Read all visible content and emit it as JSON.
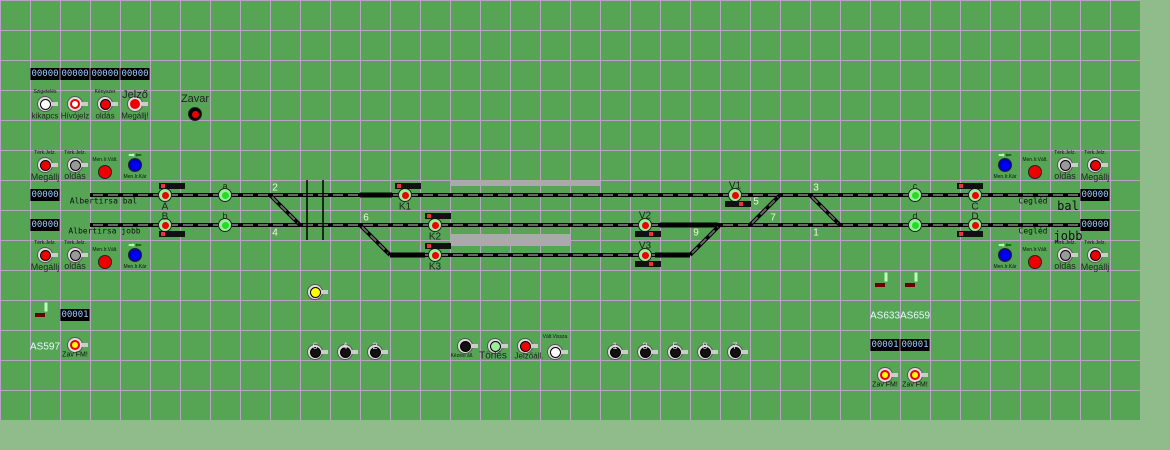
{
  "top_counters": [
    "00000",
    "00000",
    "00000",
    "00000"
  ],
  "top_buttons": [
    {
      "top": "Szigetelés",
      "bottom": "kikapcs"
    },
    {
      "top": "",
      "bottom": "Hívójelz"
    },
    {
      "top": "Kényszer",
      "bottom": "oldás"
    },
    {
      "top": "Jelző",
      "bottom": "Megállj!"
    }
  ],
  "zavar": "Zavar",
  "panel": {
    "terk_jelz": "Térk.Jelz.",
    "megallj": "Megállj",
    "oldas": "oldás",
    "men_valt": "Men.Ir.Vált.",
    "men_kar": "Men.Ir.Kár"
  },
  "track_counters": {
    "left_top": "00000",
    "left_bottom": "00000",
    "right_top": "00000",
    "right_bottom": "00000"
  },
  "track_labels": {
    "left_top": "Albertirsa bal",
    "left_bottom": "Albertirsa jobb",
    "right_top_station": "Cegléd",
    "right_top_dir": "bal",
    "right_bottom_station": "Cegléd",
    "right_bottom_dir": "jobb"
  },
  "signals": [
    "A",
    "B",
    "a",
    "b",
    "K1",
    "K2",
    "K3",
    "V1",
    "V2",
    "V3",
    "C",
    "D",
    "c",
    "d"
  ],
  "switches": [
    "2",
    "4",
    "6",
    "9",
    "5",
    "7",
    "3",
    "1"
  ],
  "bottom_controls": {
    "kezesi": "Kézési áll.",
    "torles": "Törlés",
    "jelzoall": "Jelzőáll.",
    "valtvissza": "Vált.Vissza"
  },
  "route_buttons_left": [
    "6",
    "4",
    "2"
  ],
  "route_buttons_right": [
    "1",
    "3",
    "5",
    "9",
    "7"
  ],
  "crossings": [
    {
      "name": "AS597",
      "counter": "00001",
      "alarm": "Zav FM!"
    },
    {
      "name": "AS633",
      "counter": "00001",
      "alarm": "Zav FM!"
    },
    {
      "name": "AS659",
      "counter": "00001",
      "alarm": "Zav FM!"
    }
  ],
  "colors": {
    "board": "#55a555",
    "grid": "#b9a3c2",
    "stop": "#ff0000",
    "clear": "#22dd22"
  }
}
